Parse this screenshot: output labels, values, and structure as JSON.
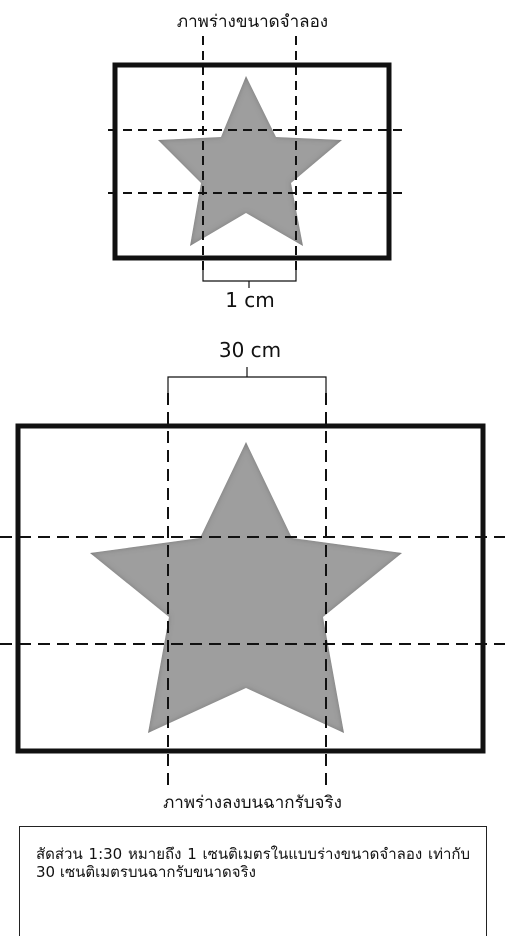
{
  "small": {
    "title": "ภาพร่างขนาดจำลอง",
    "dimension": "1 cm"
  },
  "big": {
    "dimension": "30 cm",
    "caption": "ภาพร่างลงบนฉากรับจริง"
  },
  "explanation": "สัดส่วน 1:30 หมายถึง 1 เซนติเมตรในแบบร่างขนาดจำลอง เท่ากับ 30 เซนติเมตรบนฉากรับขนาดจริง",
  "colors": {
    "star_fill": "#9e9e9e",
    "line": "#111111"
  }
}
